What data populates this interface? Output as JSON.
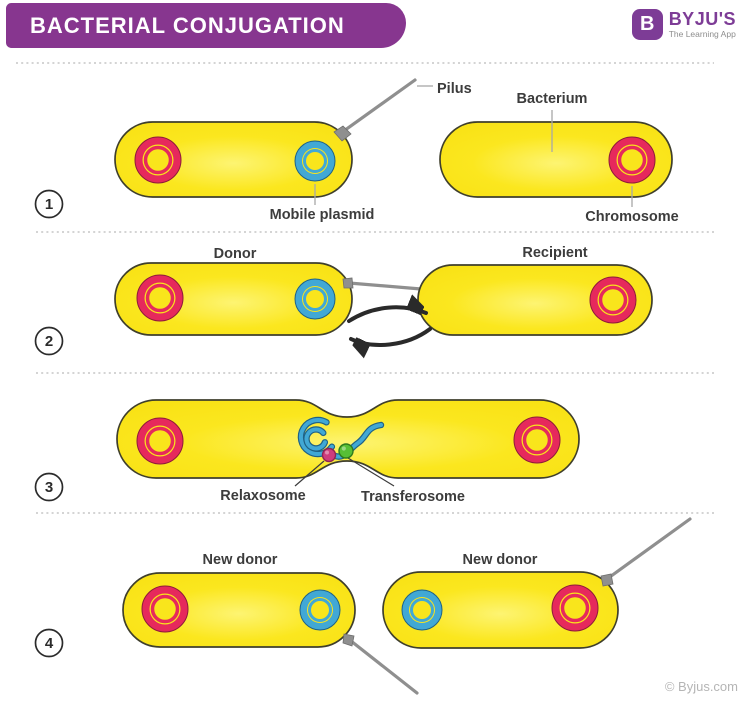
{
  "header": {
    "title": "BACTERIAL CONJUGATION",
    "brand": {
      "name": "BYJU'S",
      "tagline": "The Learning App",
      "icon_letter": "B"
    }
  },
  "diagram": {
    "type": "process_stages",
    "topic": "Stages of bacterial conjugation",
    "stages": [
      {
        "number": "1",
        "labels": {
          "pilus": "Pilus",
          "bacterium": "Bacterium",
          "mobile_plasmid": "Mobile plasmid",
          "chromosome": "Chromosome"
        }
      },
      {
        "number": "2",
        "labels": {
          "donor": "Donor",
          "recipient": "Recipient"
        }
      },
      {
        "number": "3",
        "labels": {
          "relaxosome": "Relaxosome",
          "transferosome": "Transferosome"
        }
      },
      {
        "number": "4",
        "labels": {
          "new_donor_left": "New donor",
          "new_donor_right": "New donor"
        }
      }
    ]
  },
  "footer": {
    "credit": "© Byjus.com"
  },
  "colors": {
    "banner_purple": "#87368f",
    "brand_purple": "#7d3c96",
    "cell_yellow": "#f9e51c",
    "cell_outline": "#3f3f2c",
    "chromosome_red": "#e6295c",
    "chromosome_red_dark": "#8e1b3a",
    "plasmid_blue": "#41a8d5",
    "plasmid_blue_dark": "#1f6286",
    "relaxosome_pink": "#ce3c7c",
    "transferosome_green": "#57bf35",
    "pilus_gray": "#8f8f8f",
    "arrow_dark": "#2a2a2a",
    "label_text": "#3c3c3c",
    "divider_gray": "#c6c6c6",
    "credit_gray": "#b5b5b5"
  }
}
